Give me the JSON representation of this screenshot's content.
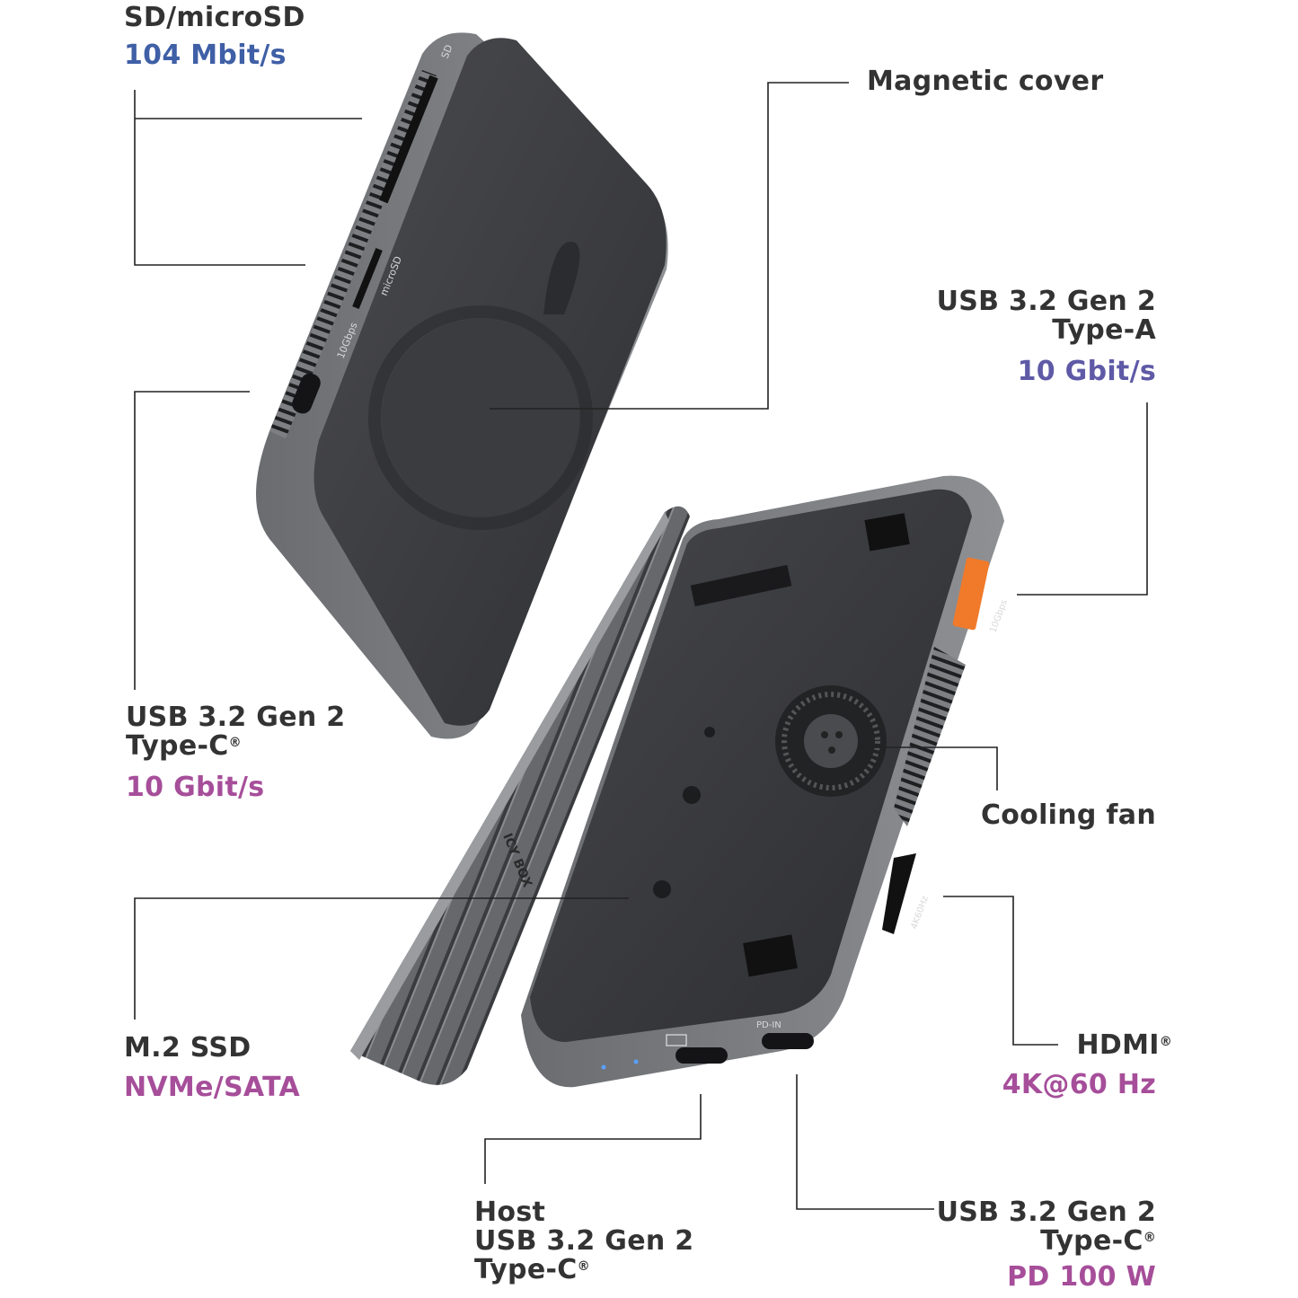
{
  "colors": {
    "label": "#333333",
    "spec_blue": "#3f5fa6",
    "spec_purple": "#5e5aa6",
    "spec_magenta": "#a64e9a",
    "device_dark": "#3a3b3e",
    "device_mid": "#5d5f63",
    "device_light": "#9a9ca0",
    "usb_a_port": "#f07a2a",
    "leader_line": "#222222"
  },
  "callouts": {
    "sd": {
      "title": "SD/microSD",
      "spec": "104 Mbit/s"
    },
    "magnetic": {
      "title": "Magnetic cover"
    },
    "usba": {
      "title_1": "USB 3.2 Gen 2",
      "title_2": "Type-A",
      "spec": "10 Gbit/s"
    },
    "usbc_side": {
      "title_1": "USB 3.2 Gen 2",
      "title_2": "Type-C",
      "reg": "®",
      "spec": "10 Gbit/s"
    },
    "fan": {
      "title": "Cooling fan"
    },
    "m2": {
      "title": "M.2 SSD",
      "spec": "NVMe/SATA"
    },
    "hdmi": {
      "title": "HDMI",
      "reg": "®",
      "spec": "4K@60 Hz"
    },
    "host": {
      "title_1": "Host",
      "title_2": "USB 3.2 Gen 2",
      "title_3": "Type-C",
      "reg": "®"
    },
    "pd": {
      "title_1": "USB 3.2 Gen 2",
      "title_2": "Type-C",
      "reg": "®",
      "spec": "PD 100 W"
    }
  },
  "device_markings": {
    "sd_slot": "SD",
    "microsd_slot": "microSD",
    "usbc_speed": "10Gbps",
    "usba_speed": "10Gbps",
    "hdmi_mode": "4K60Hz",
    "pd_port": "PD-IN",
    "brand": "ICY BOX"
  }
}
